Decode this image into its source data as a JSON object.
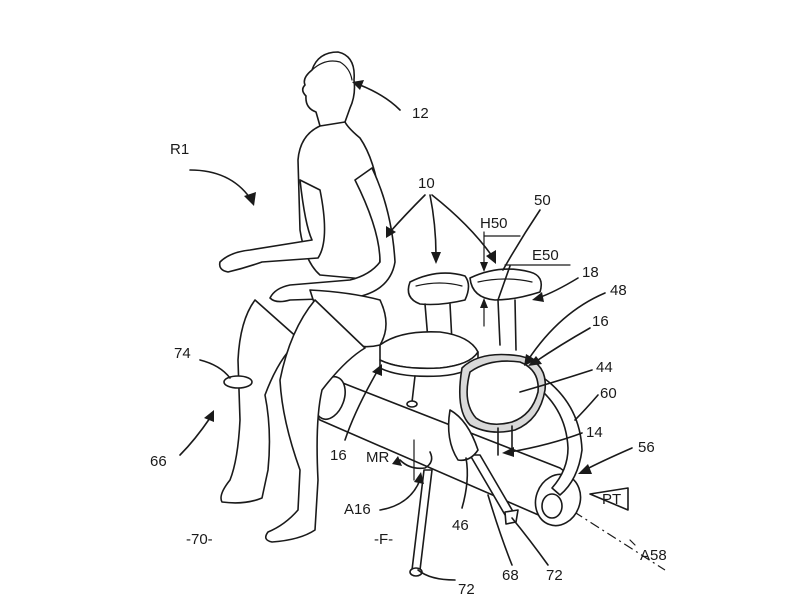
{
  "labels": {
    "l12": "12",
    "r1": "R1",
    "l10": "10",
    "h50": "H50",
    "l50": "50",
    "e50": "E50",
    "l18": "18",
    "l48": "48",
    "l16a": "16",
    "l44": "44",
    "l60": "60",
    "l74": "74",
    "l14": "14",
    "l56": "56",
    "l66": "66",
    "l16b": "16",
    "mr": "MR",
    "pt": "PT",
    "a16": "A16",
    "l46": "46",
    "l70": "-70-",
    "f": "-F-",
    "a58": "A58",
    "l72a": "72",
    "l68": "68",
    "l72b": "72"
  }
}
